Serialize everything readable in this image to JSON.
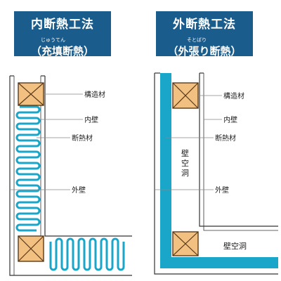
{
  "left": {
    "title": "内断熱工法",
    "ruby": "じゅうてん",
    "subtitle": "（充填断熱）",
    "labels": {
      "structure": "構造材",
      "inner_wall": "内壁",
      "insulation": "断熱材",
      "outer_wall": "外壁"
    }
  },
  "right": {
    "title": "外断熱工法",
    "ruby": "そとばり",
    "subtitle": "（外張り断熱）",
    "labels": {
      "structure": "構造材",
      "inner_wall": "内壁",
      "insulation": "断熱材",
      "outer_wall": "外壁",
      "cavity_vertical": "壁空洞",
      "cavity_horizontal": "壁空洞"
    }
  },
  "colors": {
    "title_bg": "#1a5c8c",
    "insulation": "#1aa6c9",
    "timber_fill": "#f2c080",
    "timber_line": "#5a3a1a",
    "outline": "#333333",
    "leader": "#888888"
  }
}
